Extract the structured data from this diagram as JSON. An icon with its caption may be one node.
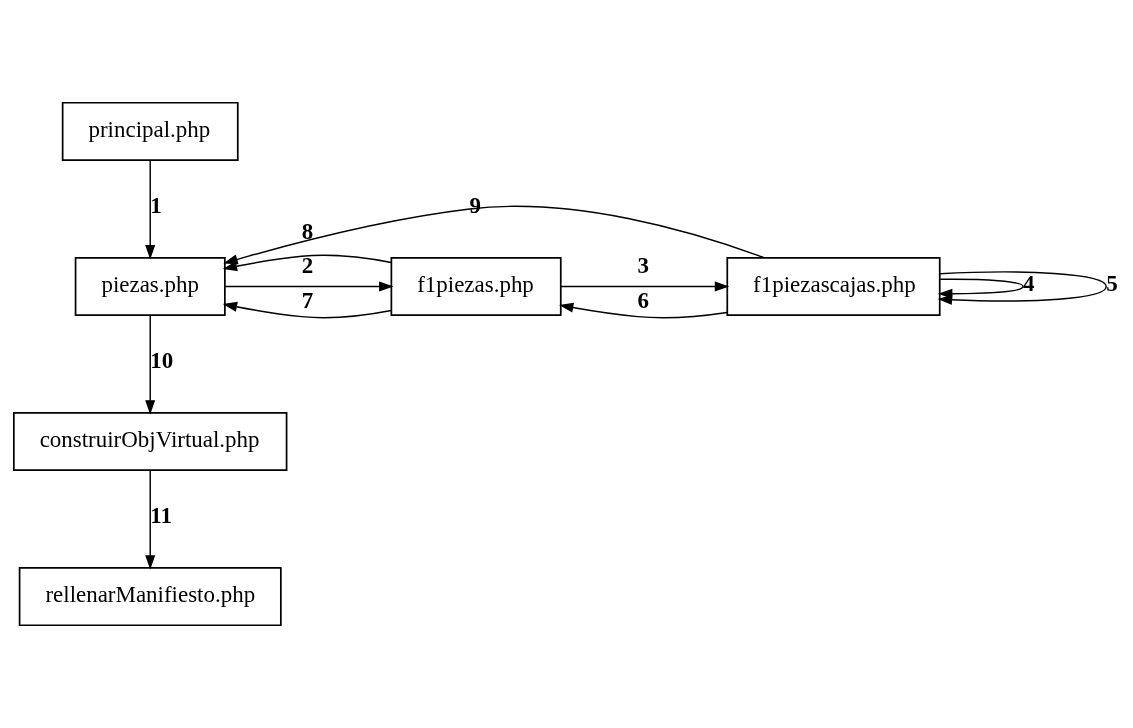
{
  "diagram": {
    "nodes": [
      {
        "text": [
          "principal.php"
        ]
      },
      {
        "text": [
          "piezas.php"
        ]
      },
      {
        "text": [
          "f1piezas.php"
        ]
      },
      {
        "text": [
          "f1piezascajas.php"
        ]
      },
      {
        "text": [
          "construirObjVirtual.php"
        ]
      },
      {
        "text": [
          "rellenarManifiesto.php"
        ]
      }
    ],
    "edges": [
      {
        "from": 0,
        "to": 1,
        "arrow": "to",
        "label": "1"
      },
      {
        "from": 1,
        "to": 2,
        "arrow": "to",
        "label": "2"
      },
      {
        "from": 2,
        "to": 3,
        "arrow": "to",
        "label": "3"
      },
      {
        "from": 3,
        "to": 3,
        "arrow": "to",
        "label": "4"
      },
      {
        "from": 3,
        "to": 3,
        "arrow": "to",
        "label": "5"
      },
      {
        "from": 3,
        "to": 2,
        "arrow": "to",
        "label": "6"
      },
      {
        "from": 2,
        "to": 1,
        "arrow": "to",
        "label": "7"
      },
      {
        "from": 2,
        "to": 1,
        "arrow": "to",
        "label": "8"
      },
      {
        "from": 3,
        "to": 1,
        "arrow": "to",
        "label": "9"
      },
      {
        "from": 1,
        "to": 4,
        "arrow": "to",
        "label": "10"
      },
      {
        "from": 4,
        "to": 5,
        "arrow": "to",
        "label": "11"
      }
    ]
  }
}
